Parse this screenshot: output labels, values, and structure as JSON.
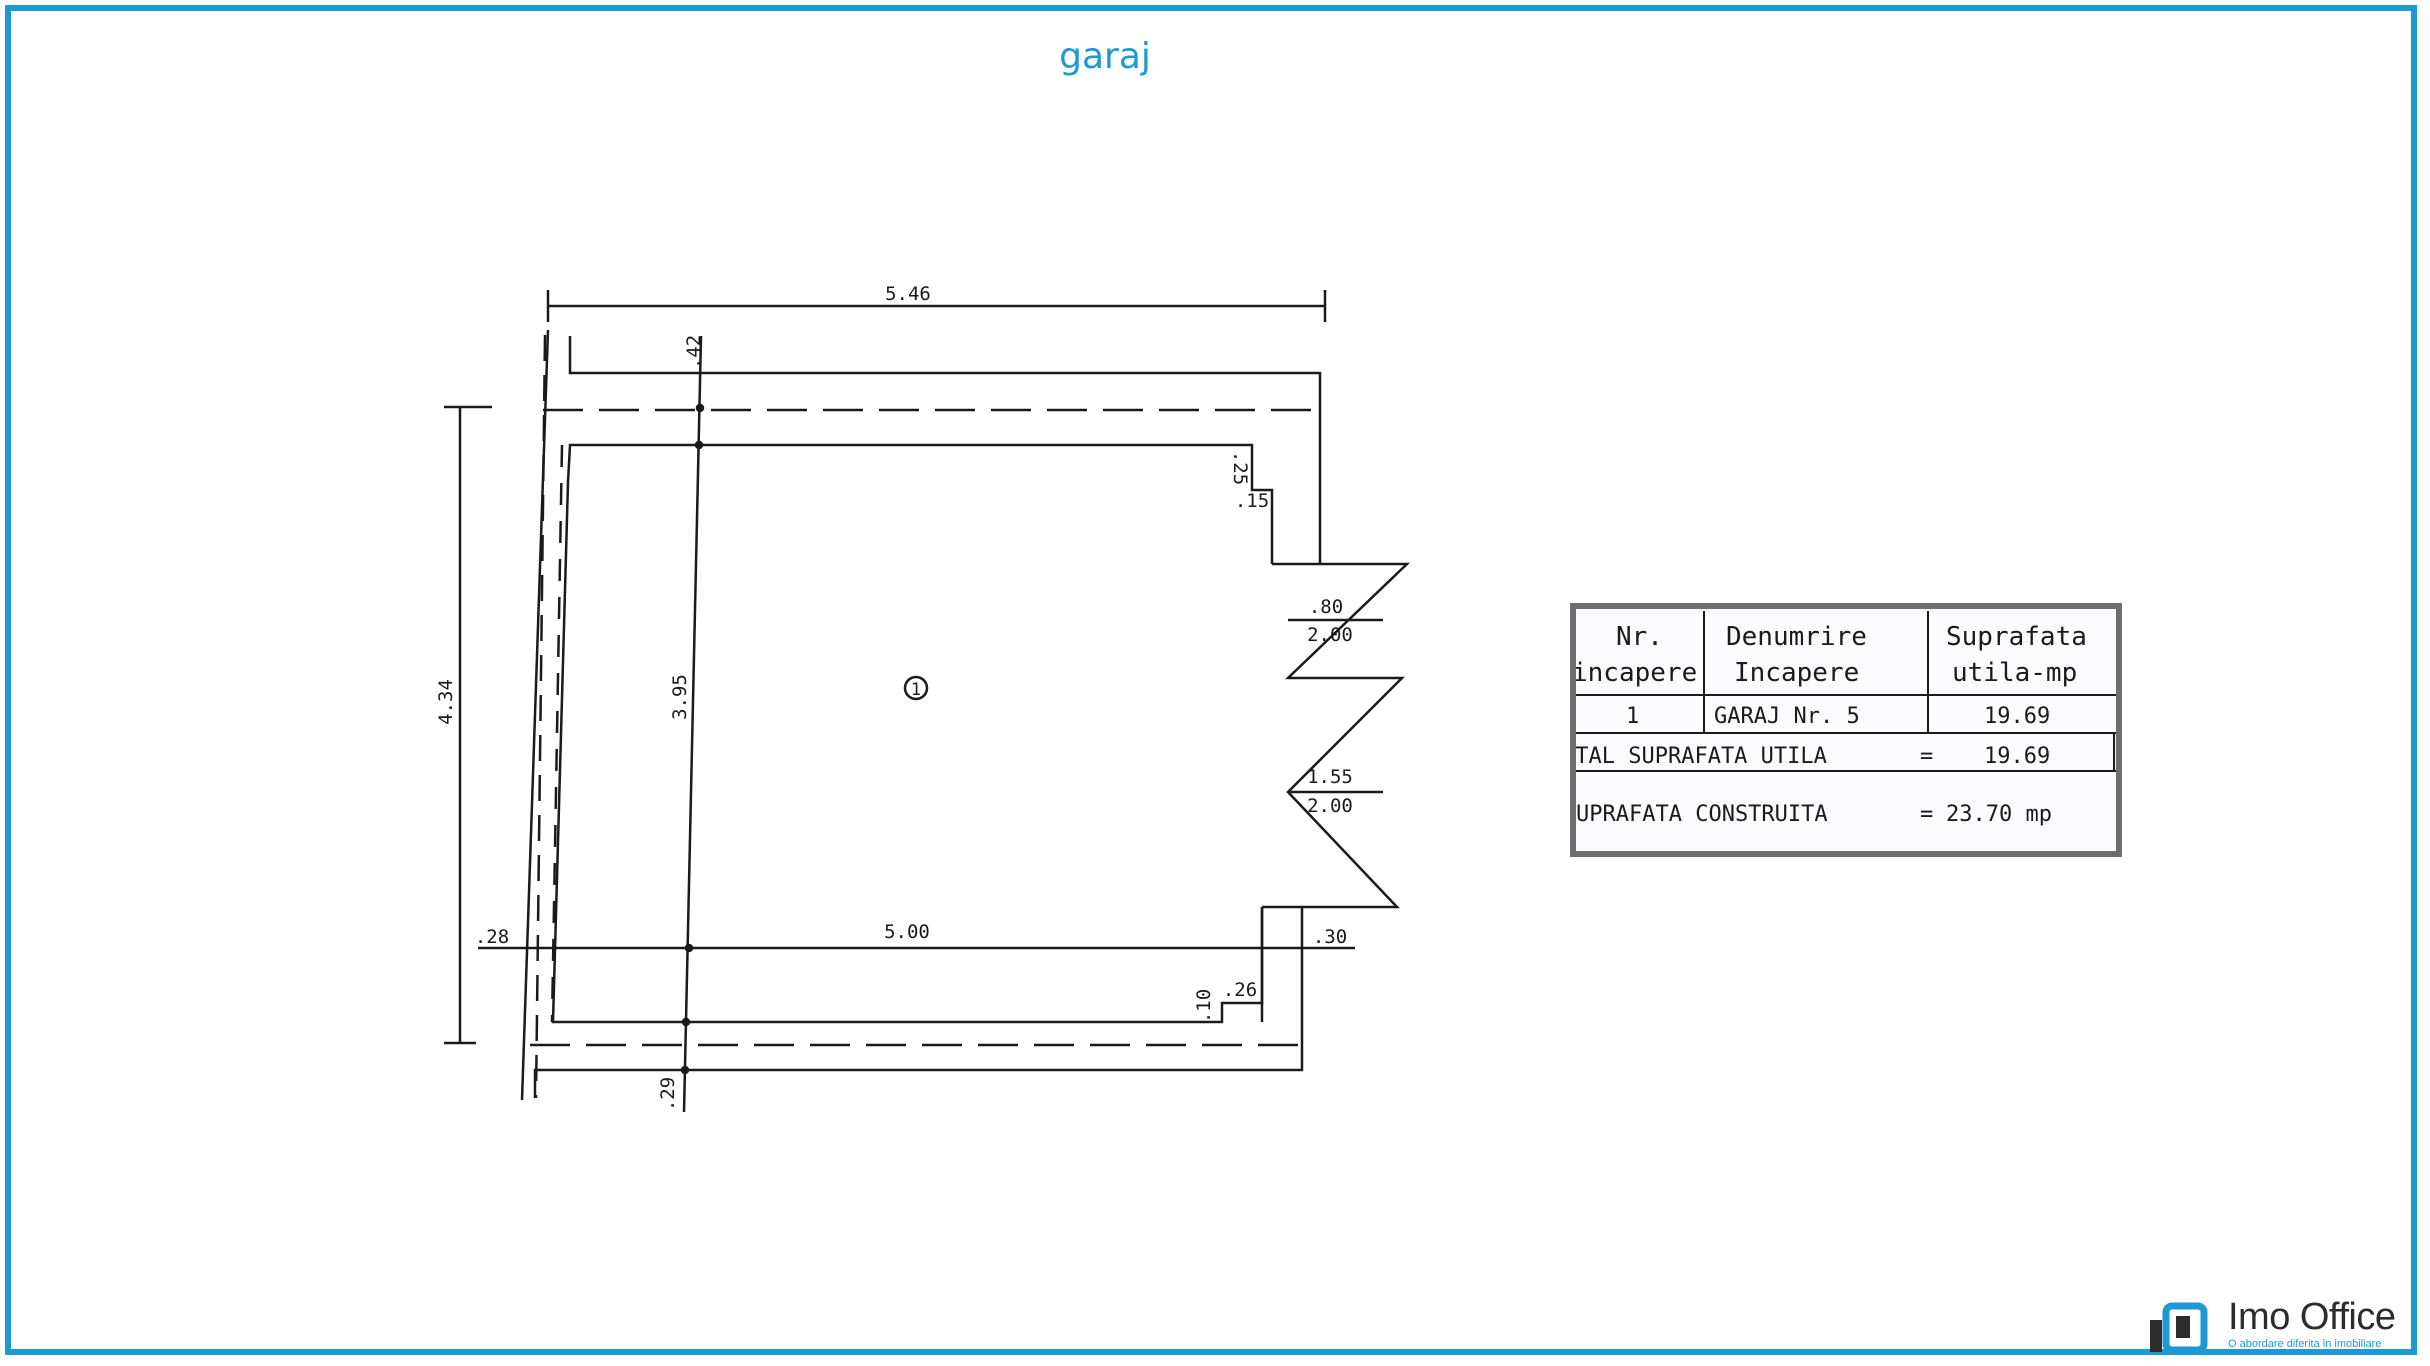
{
  "title": "garaj",
  "plan": {
    "room_number": "1",
    "dimensions": {
      "overall_width": "5.46",
      "overall_height": "4.34",
      "inner_height": "3.95",
      "inner_width": "5.00",
      "top_wall": ".42",
      "bottom_wall": ".29",
      "left_wall": ".28",
      "right_wall": ".30",
      "step_top_a": ".25",
      "step_top_b": ".15",
      "step_bottom_a": ".10",
      "step_bottom_b": ".26",
      "opening_1_sill": ".80",
      "opening_1_height": "2.00",
      "opening_2_sill": "1.55",
      "opening_2_height": "2.00"
    }
  },
  "room_table": {
    "headers": {
      "nr_line1": "Nr.",
      "nr_line2": "incapere",
      "name_line1": "Denumrire",
      "name_line2": "Incapere",
      "area_line1": "Suprafata",
      "area_line2": "utila-mp"
    },
    "row": {
      "nr": "1",
      "name": "GARAJ Nr. 5",
      "area": "19.69"
    },
    "total_useful": {
      "label": "OTAL SUPRAFATA UTILA",
      "eq": "=",
      "value": "19.69"
    },
    "built": {
      "label": "UPRAFATA CONSTRUITA",
      "eq": "=",
      "value": "23.70 mp"
    }
  },
  "logo": {
    "name": "Imo Office",
    "tagline": "O abordare diferita in imobiliare",
    "icon": "imo-office-logo-icon",
    "brand_color": "#1d9ad6"
  }
}
